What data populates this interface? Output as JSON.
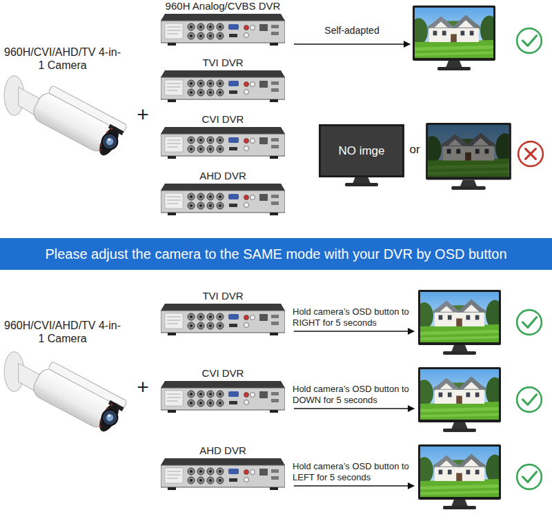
{
  "diagram": {
    "nodes": [
      {
        "text": [
          "960H Analog/CVBS DVR"
        ]
      },
      {
        "text": [
          "TVI DVR"
        ]
      },
      {
        "text": [
          "CVI DVR"
        ]
      },
      {
        "text": [
          "AHD DVR"
        ]
      },
      {
        "text": [
          "NO imge"
        ]
      },
      {
        "text": [
          "Please adjust the camera to the SAME mode with your DVR by OSD button"
        ]
      },
      {
        "text": [
          "TVI DVR"
        ]
      },
      {
        "text": [
          "CVI DVR"
        ]
      },
      {
        "text": [
          "AHD DVR"
        ]
      }
    ],
    "labels": [
      "960H/CVI/AHD/TV 4-in-1 Camera",
      "+",
      "Self-adapted",
      "or",
      "960H/CVI/AHD/TV 4-in-1 Camera",
      "+",
      "Hold camera’s OSD button to RIGHT for 5 seconds",
      "Hold camera’s OSD button to DOWN for 5 seconds",
      "Hold camera’s OSD button to LEFT for 5 seconds"
    ]
  }
}
